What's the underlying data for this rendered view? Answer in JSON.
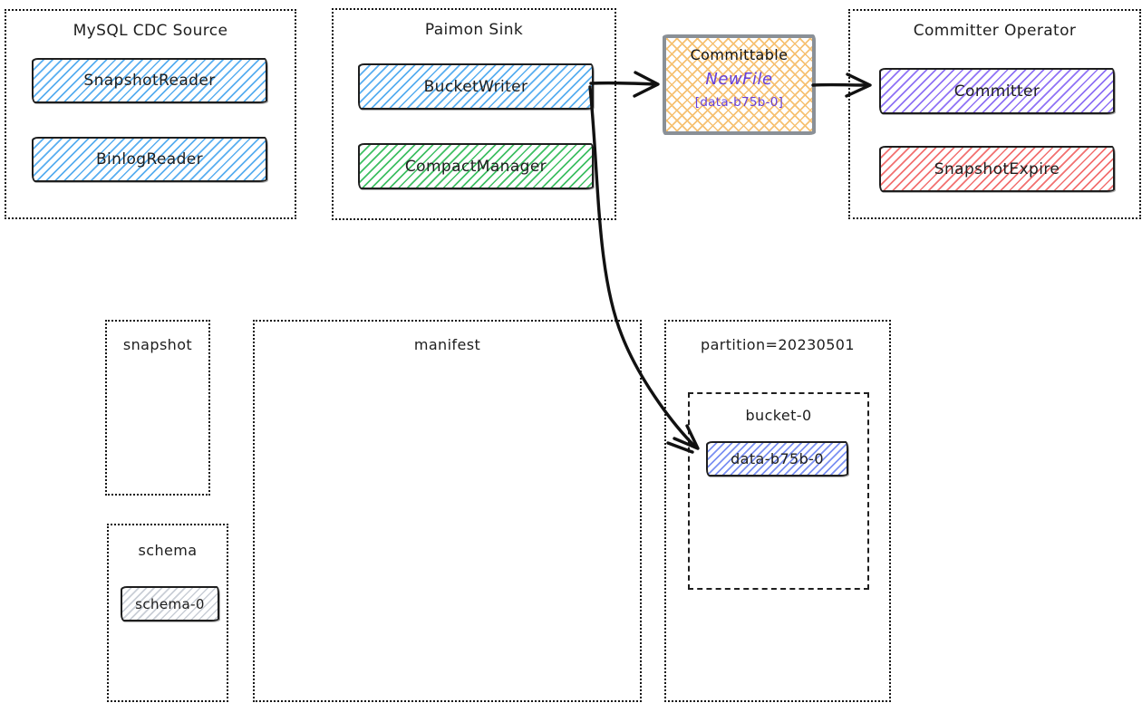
{
  "colors": {
    "stroke": "#1e1e1e",
    "blue": "#58aef0",
    "green": "#3fbf63",
    "purple": "#8f72f5",
    "red": "#f27070",
    "orange": "#f6c172",
    "indigo": "#7b90f2",
    "gray": "#c9ced6",
    "committable_border": "#8a9097",
    "accent_text": "#6741d9"
  },
  "mysql_cdc_source": {
    "title": "MySQL CDC Source",
    "items": [
      "SnapshotReader",
      "BinlogReader"
    ]
  },
  "paimon_sink": {
    "title": "Paimon Sink",
    "items": [
      "BucketWriter",
      "CompactManager"
    ]
  },
  "committable": {
    "title": "Committable",
    "content": "NewFile",
    "files": "[data-b75b-0]"
  },
  "committer_operator": {
    "title": "Committer Operator",
    "items": [
      "Committer",
      "SnapshotExpire"
    ]
  },
  "snapshot_dir": {
    "title": "snapshot"
  },
  "manifest_dir": {
    "title": "manifest"
  },
  "partition_dir": {
    "title": "partition=20230501",
    "bucket": {
      "title": "bucket-0",
      "file": "data-b75b-0"
    }
  },
  "schema_dir": {
    "title": "schema",
    "file": "schema-0"
  }
}
